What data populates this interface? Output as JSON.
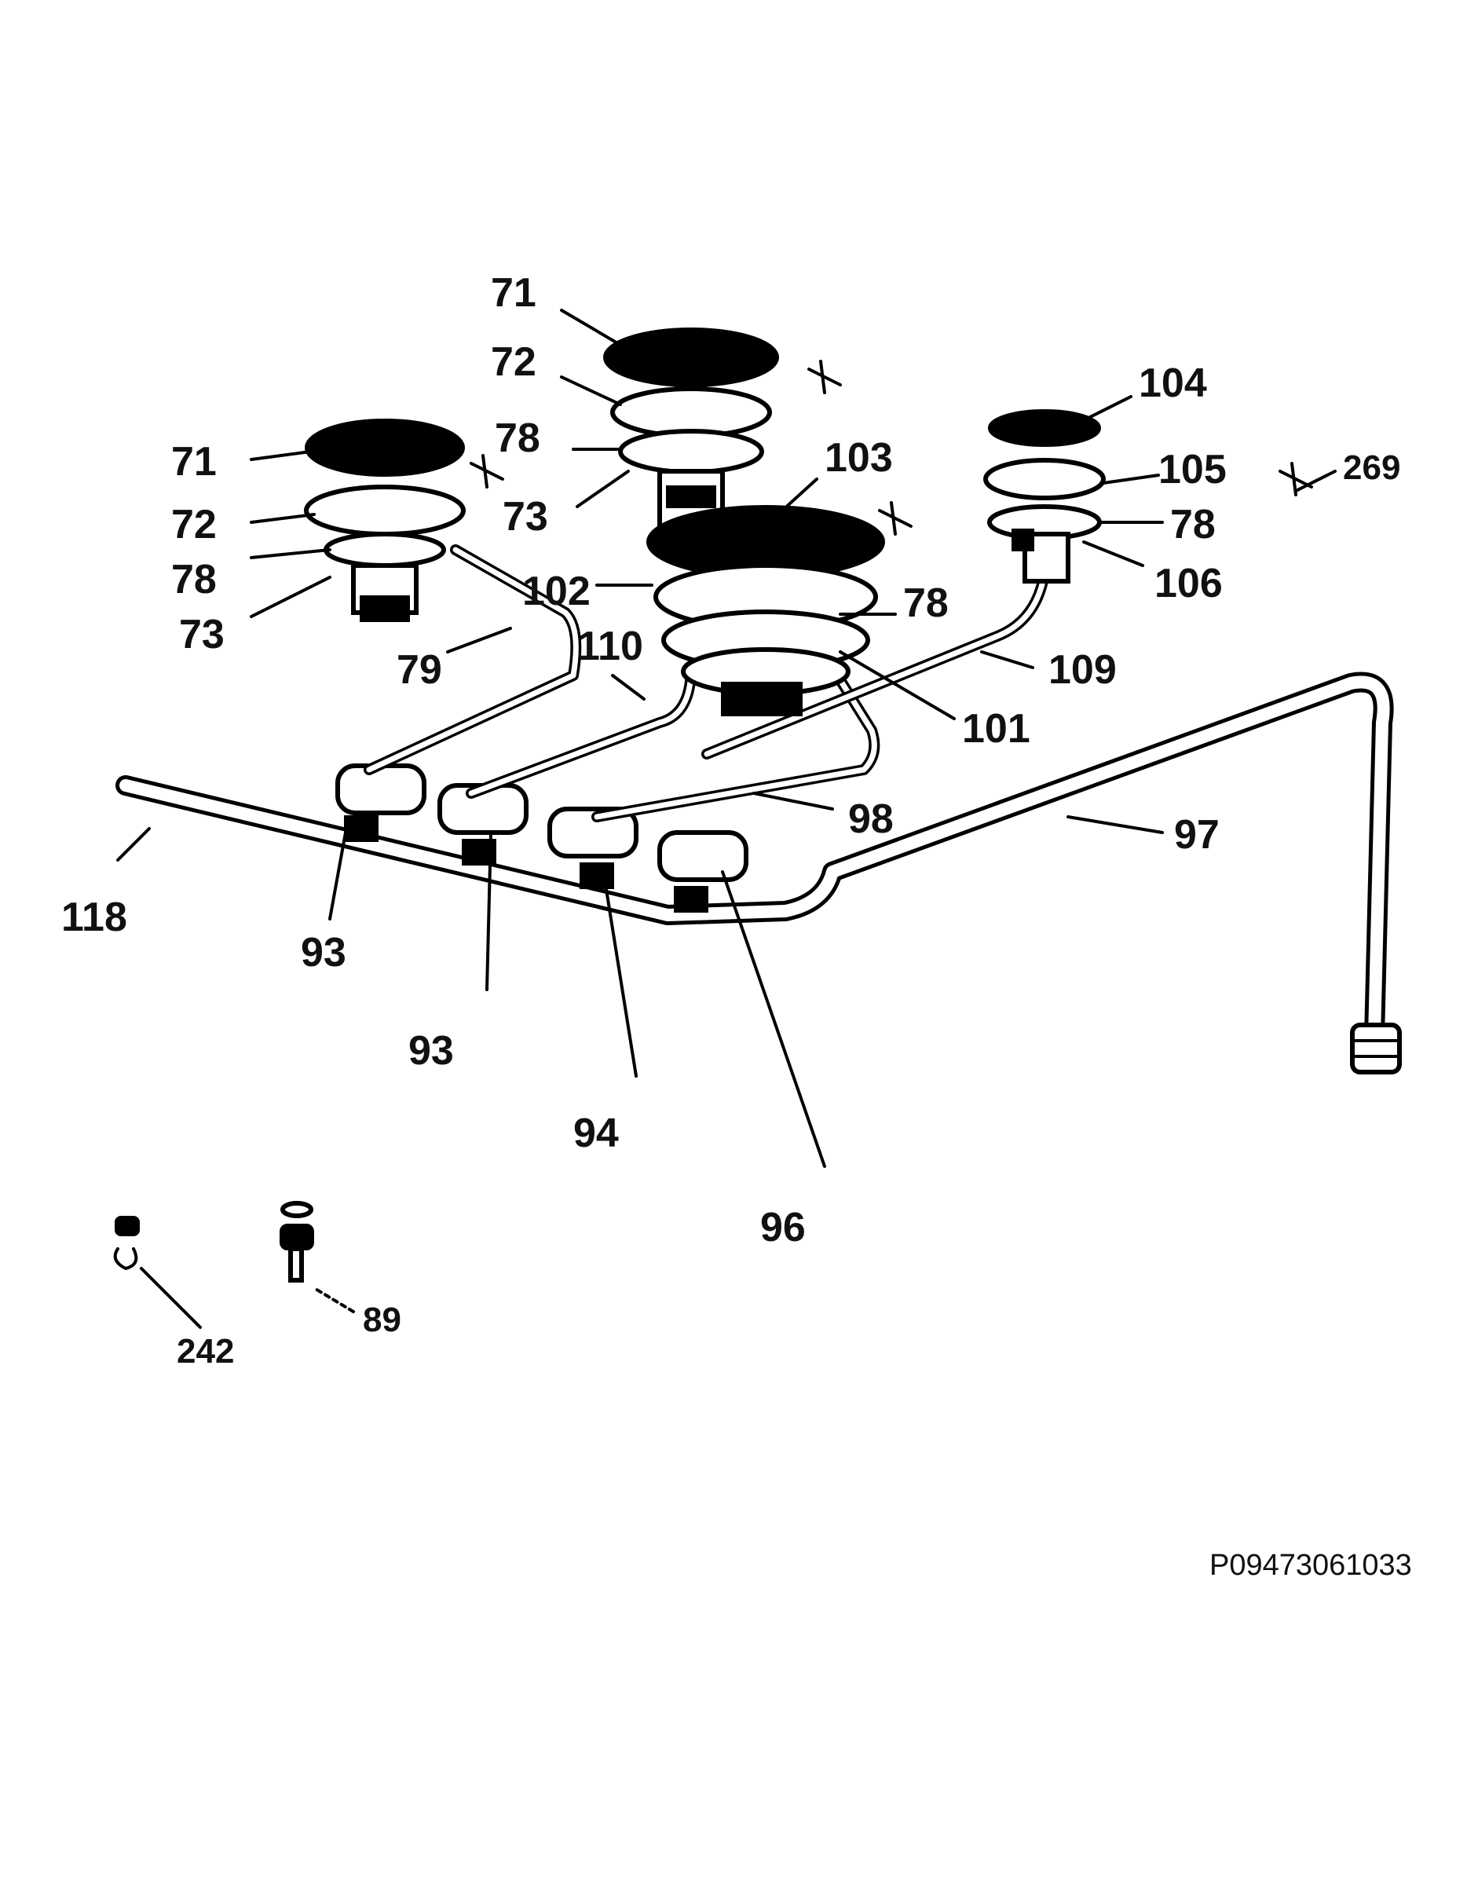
{
  "diagram_ref": "P09473061033",
  "callouts": {
    "c71a": "71",
    "c72a": "72",
    "c78a": "78",
    "c73a": "73",
    "c71b": "71",
    "c72b": "72",
    "c78b": "78",
    "c73b": "73",
    "c103": "103",
    "c102": "102",
    "c78c": "78",
    "c110": "110",
    "c101": "101",
    "c104": "104",
    "c105": "105",
    "c78d": "78",
    "c106": "106",
    "c109": "109",
    "c269": "269",
    "c79": "79",
    "c98": "98",
    "c97": "97",
    "c118": "118",
    "c93a": "93",
    "c93b": "93",
    "c94": "94",
    "c96": "96",
    "c242": "242",
    "c89": "89"
  }
}
